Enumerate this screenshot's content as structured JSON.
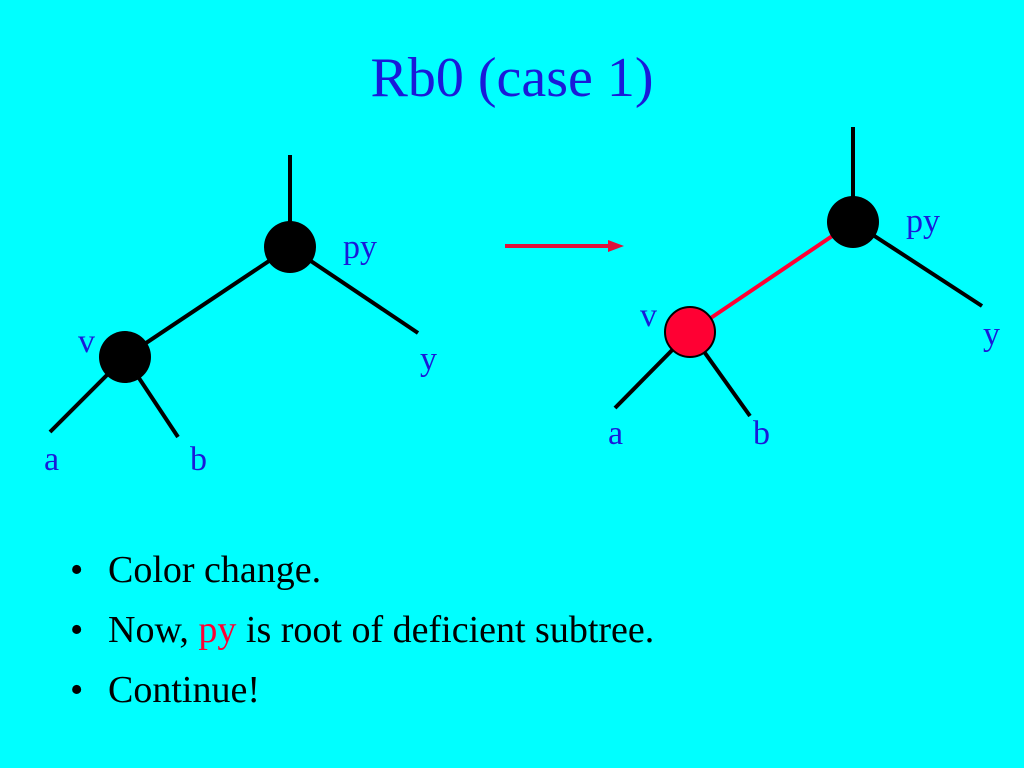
{
  "slide": {
    "title": "Rb0 (case 1)"
  },
  "diagram": {
    "left_tree": {
      "parent_label": "py",
      "node_label": "v",
      "sibling_label": "y",
      "left_child_label": "a",
      "right_child_label": "b"
    },
    "right_tree": {
      "parent_label": "py",
      "node_label": "v",
      "sibling_label": "y",
      "left_child_label": "a",
      "right_child_label": "b"
    }
  },
  "bullets": {
    "item1": "Color change.",
    "item2_prefix": "Now, ",
    "item2_highlight": "py",
    "item2_suffix": " is root of deficient subtree.",
    "item3": "Continue!",
    "marker": "•"
  },
  "colors": {
    "background": "#00ffff",
    "title": "#1a1ad9",
    "label": "#1a1ad9",
    "black_node": "#000000",
    "red_node": "#ff0033",
    "red_edge": "#ff0033",
    "arrow": "#e0103a"
  }
}
